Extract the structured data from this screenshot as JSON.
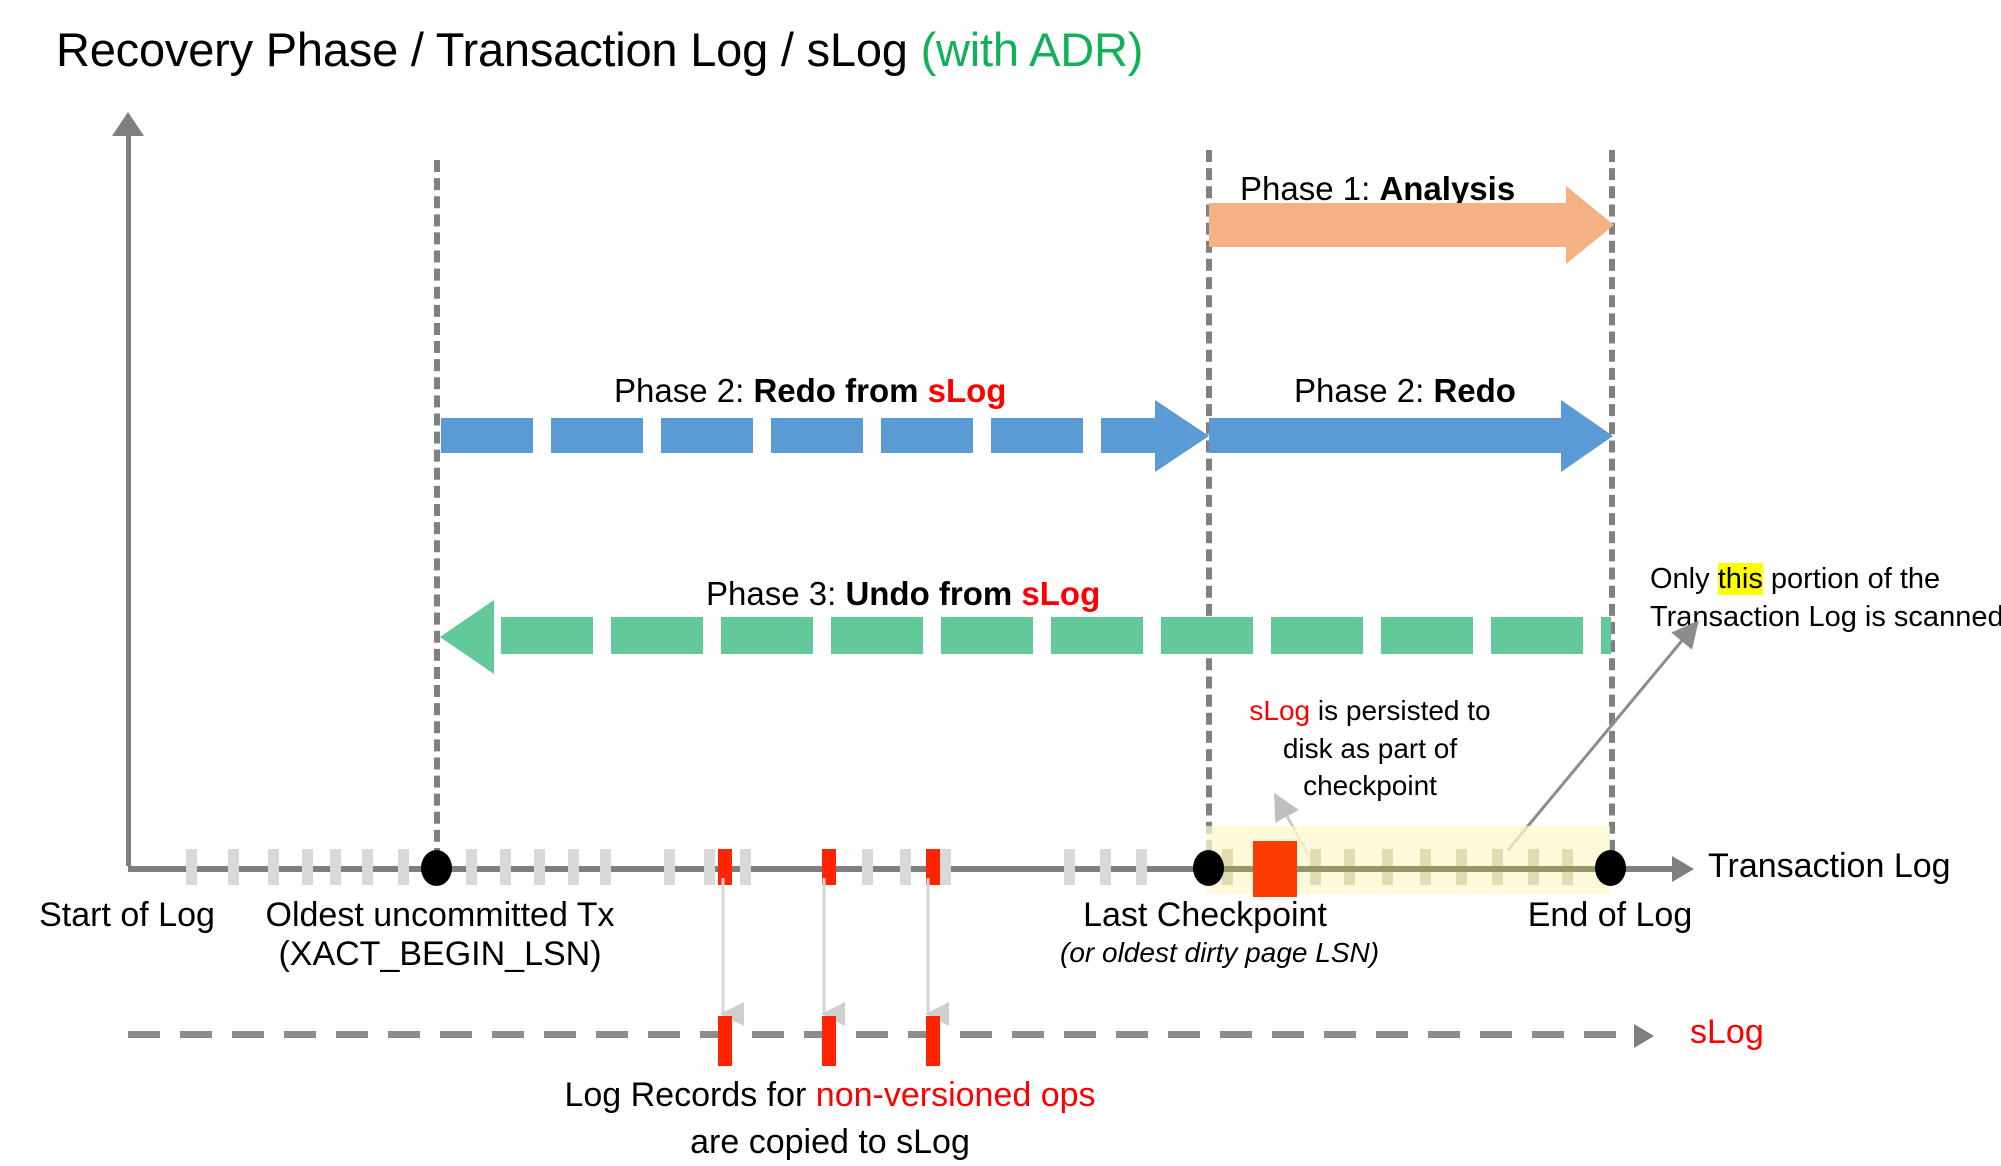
{
  "title": {
    "main": "Recovery Phase / Transaction Log / sLog",
    "suffix": "(with ADR)",
    "suffix_color": "#13b05a"
  },
  "colors": {
    "analysis": "#f4b183",
    "redo": "#5b9bd5",
    "undo": "#63c99a",
    "slog_red": "#ff0000",
    "scan_highlight": "#fbf8cd",
    "this_highlight": "#ffff00",
    "timeline": "#7f7f7f",
    "log_record": "#d9d9d9",
    "nonversioned_record": "#fe2400"
  },
  "phases": [
    {
      "id": "phase-1",
      "prefix": "Phase 1: ",
      "name": "Analysis",
      "style": "solid",
      "direction": "right",
      "color": "#f4b183",
      "from": "Last Checkpoint",
      "to": "End of Log"
    },
    {
      "id": "phase-2-slog",
      "prefix": "Phase 2: ",
      "name": "Redo from ",
      "name_accent": "sLog",
      "style": "dashed",
      "direction": "right",
      "color": "#5b9bd5",
      "from": "XACT_BEGIN_LSN",
      "to": "Last Checkpoint"
    },
    {
      "id": "phase-2-redo",
      "prefix": "Phase 2: ",
      "name": "Redo",
      "style": "solid",
      "direction": "right",
      "color": "#5b9bd5",
      "from": "Last Checkpoint",
      "to": "End of Log"
    },
    {
      "id": "phase-3-undo",
      "prefix": "Phase 3: ",
      "name": "Undo from ",
      "name_accent": "sLog",
      "style": "dashed",
      "direction": "left",
      "color": "#63c99a",
      "from": "End of Log",
      "to": "XACT_BEGIN_LSN"
    }
  ],
  "timeline": {
    "axis_label": "Transaction Log",
    "markers": [
      {
        "id": "start-of-log",
        "label": "Start of Log",
        "sublabel": ""
      },
      {
        "id": "oldest-uncommitted-tx",
        "label": "Oldest uncommitted Tx",
        "sublabel": "(XACT_BEGIN_LSN)"
      },
      {
        "id": "last-checkpoint",
        "label": "Last Checkpoint",
        "sublabel": "(or oldest dirty page LSN)"
      },
      {
        "id": "end-of-log",
        "label": "End of Log",
        "sublabel": ""
      }
    ]
  },
  "slog_axis": {
    "label": "sLog",
    "label_color": "#ff0000"
  },
  "annotations": {
    "scan_note": {
      "line1_pre": "Only ",
      "line1_hl": "this",
      "line1_post": " portion of the",
      "line2": "Transaction Log is scanned."
    },
    "checkpoint_note": {
      "accent": "sLog",
      "line1_rest": " is persisted to",
      "line2": "disk as part of",
      "line3": "checkpoint"
    },
    "copy_note": {
      "line1_pre": "Log Records for ",
      "line1_accent": "non-versioned ops",
      "line2": "are copied to sLog"
    }
  }
}
